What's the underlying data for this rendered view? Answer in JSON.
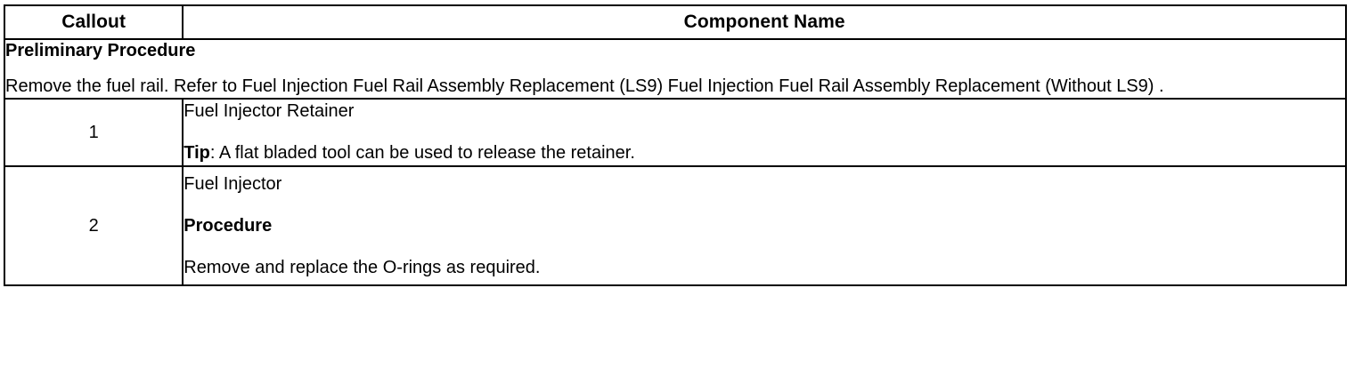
{
  "table": {
    "headers": {
      "callout": "Callout",
      "component_name": "Component Name"
    },
    "preliminary": {
      "title": "Preliminary Procedure",
      "body": "Remove the fuel rail. Refer to Fuel Injection Fuel Rail Assembly Replacement (LS9) Fuel Injection Fuel Rail Assembly Replacement (Without LS9) ."
    },
    "rows": [
      {
        "callout": "1",
        "name": "Fuel Injector Retainer",
        "note_label": "Tip",
        "note_separator": ": ",
        "note_text": "A flat bladed tool can be used to release the retainer."
      },
      {
        "callout": "2",
        "name": "Fuel Injector",
        "section_heading": "Procedure",
        "section_text": "Remove and replace the O-rings as required."
      }
    ]
  },
  "colors": {
    "border": "#000000",
    "text": "#000000",
    "background": "#ffffff"
  }
}
